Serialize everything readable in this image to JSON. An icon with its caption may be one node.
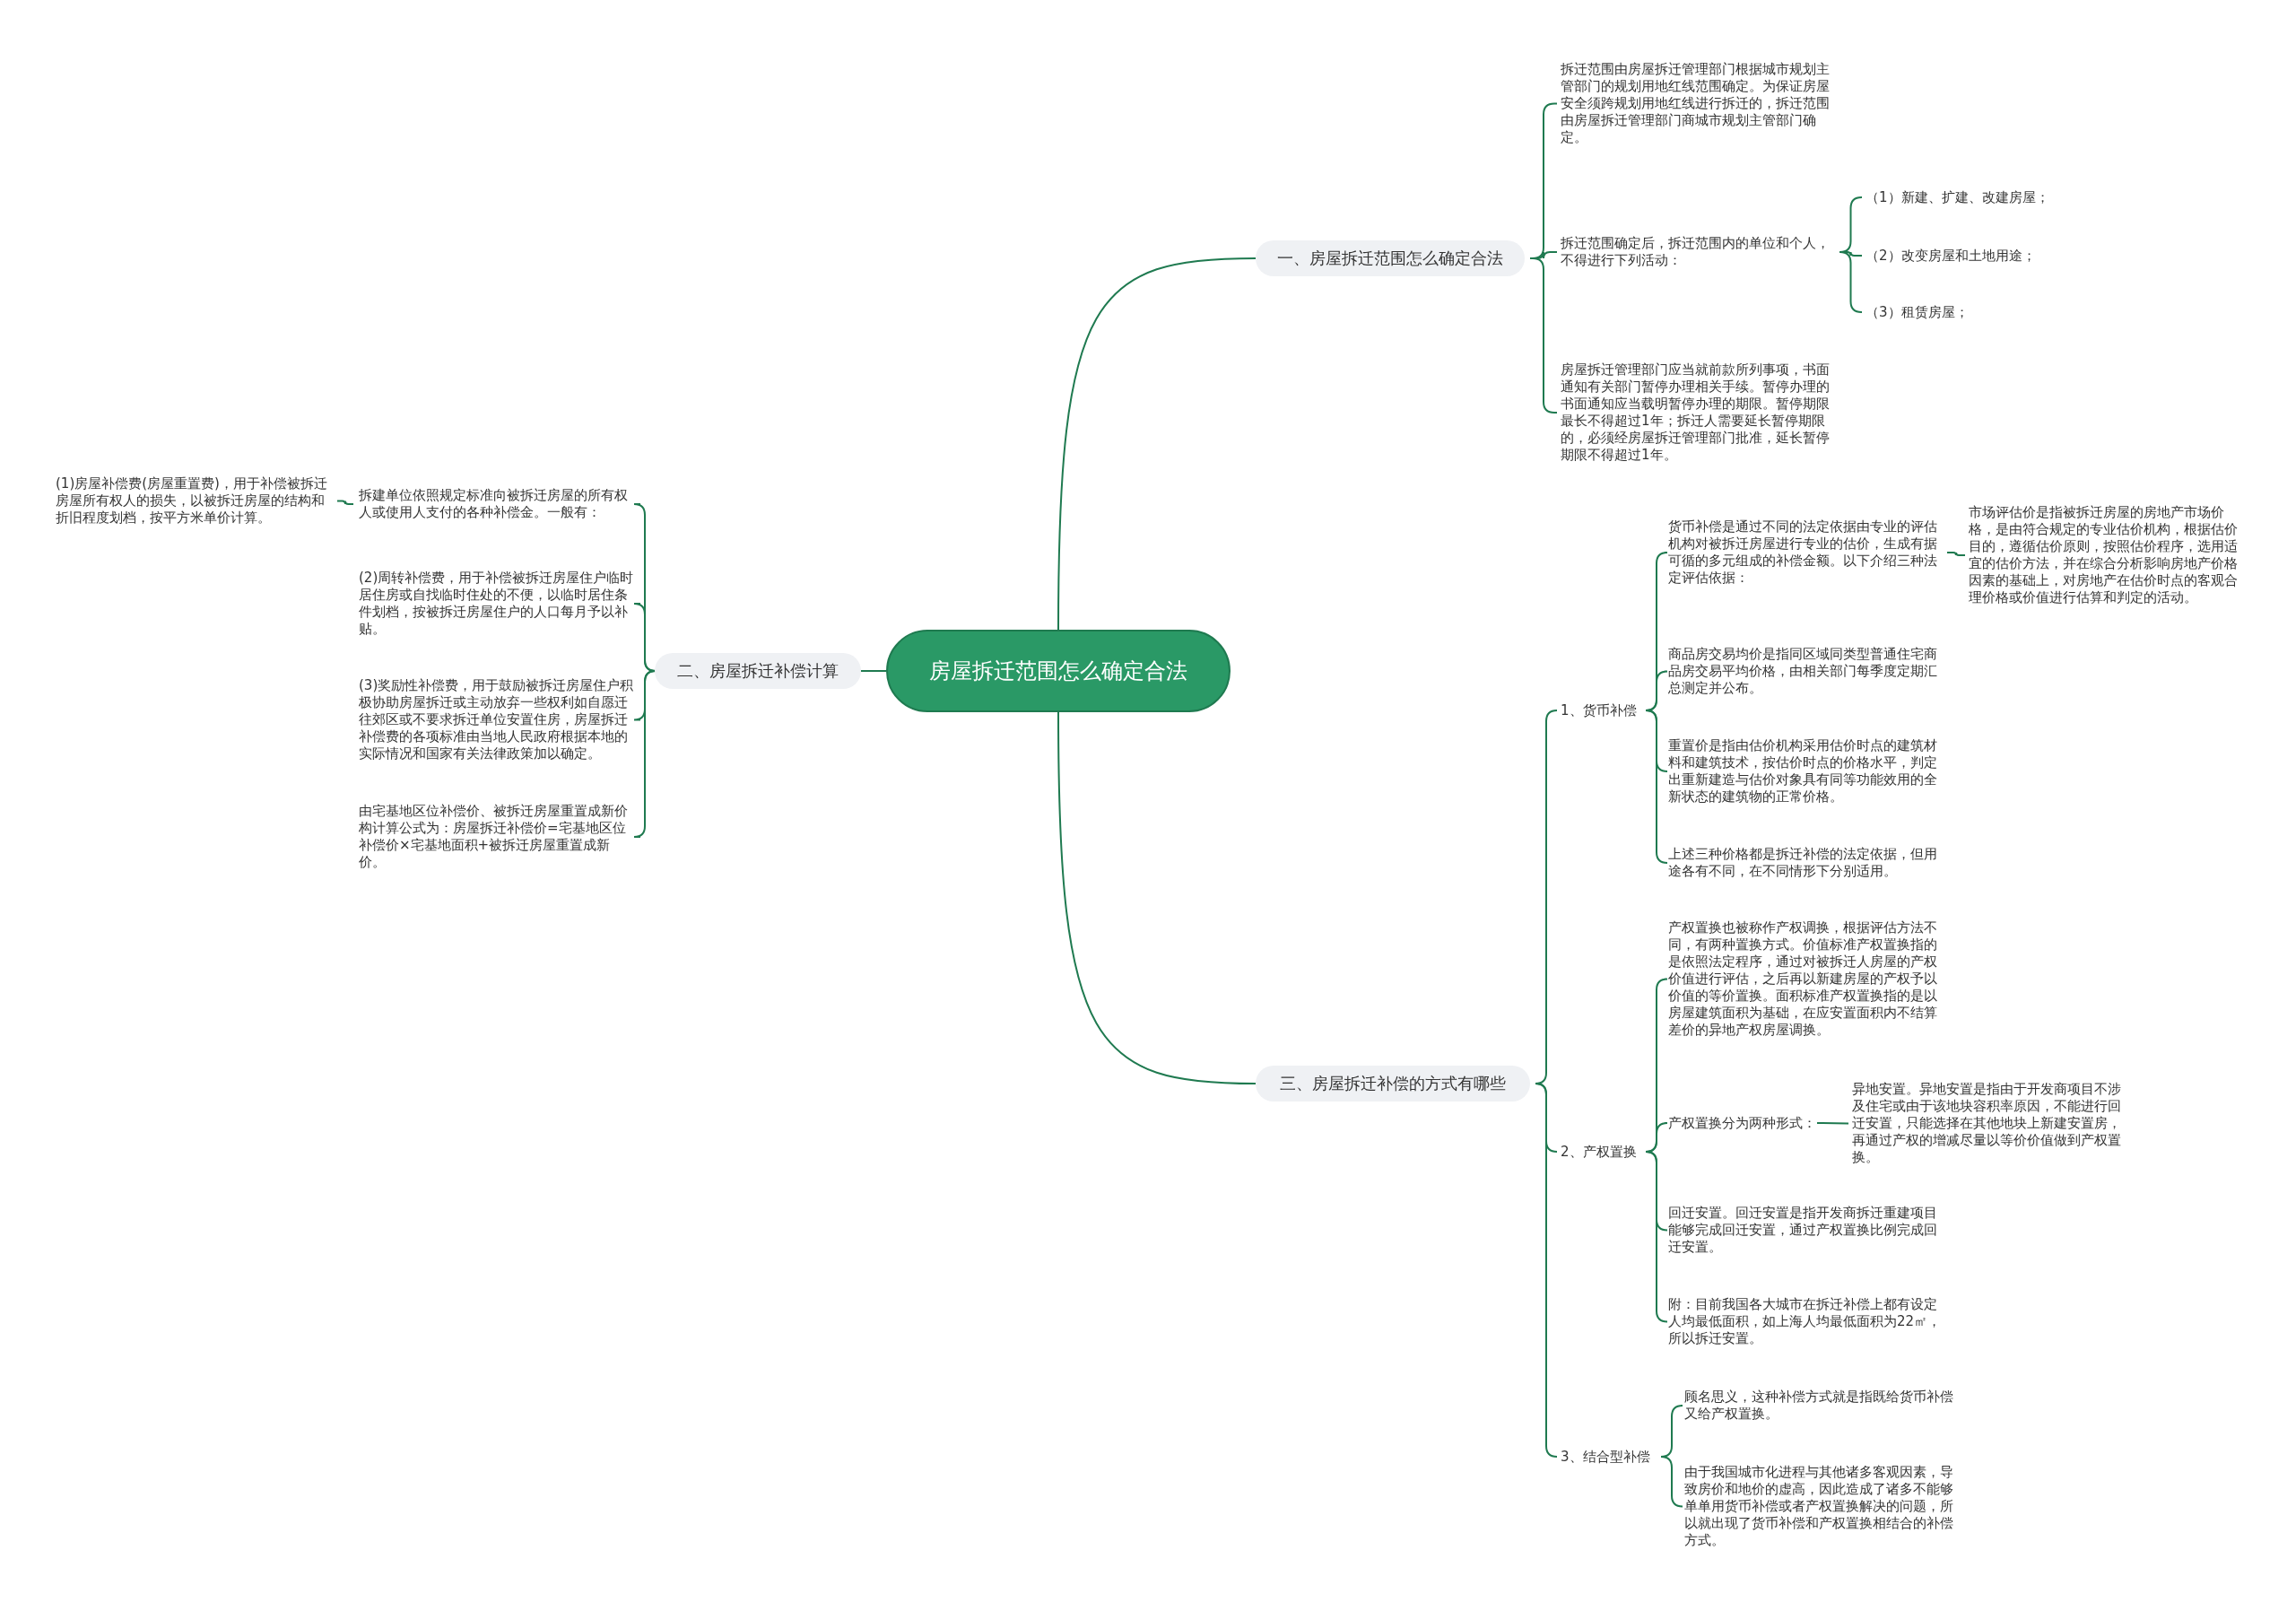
{
  "diagram": {
    "nodes": [
      {
        "text": [
          "房屋拆迁范围怎么确定合法"
        ]
      },
      {
        "text": [
          "一、房屋拆迁范围怎么确定合法"
        ]
      },
      {
        "text": [
          "拆迁范围由房屋拆迁管理部门根据城市规划主管部门的规划用地红线范围确定。为保证房屋安全须跨规划用地红线进行拆迁的，拆迁范围由房屋拆迁管理部门商城市规划主管部门确定。"
        ]
      },
      {
        "text": [
          "拆迁范围确定后，拆迁范围内的单位和个人，不得进行下列活动："
        ]
      },
      {
        "text": [
          "（1）新建、扩建、改建房屋；"
        ]
      },
      {
        "text": [
          "（2）改变房屋和土地用途；"
        ]
      },
      {
        "text": [
          "（3）租赁房屋；"
        ]
      },
      {
        "text": [
          "房屋拆迁管理部门应当就前款所列事项，书面通知有关部门暂停办理相关手续。暂停办理的书面通知应当载明暂停办理的期限。暂停期限最长不得超过1年；拆迁人需要延长暂停期限的，必须经房屋拆迁管理部门批准，延长暂停期限不得超过1年。"
        ]
      },
      {
        "text": [
          "二、房屋拆迁补偿计算"
        ]
      },
      {
        "text": [
          "拆建单位依照规定标准向被拆迁房屋的所有权人或使用人支付的各种补偿金。一般有："
        ]
      },
      {
        "text": [
          "(1)房屋补偿费(房屋重置费)，用于补偿被拆迁房屋所有权人的损失，以被拆迁房屋的结构和折旧程度划档，按平方米单价计算。"
        ]
      },
      {
        "text": [
          "(2)周转补偿费，用于补偿被拆迁房屋住户临时居住房或自找临时住处的不便，以临时居住条件划档，按被拆迁房屋住户的人口每月予以补贴。"
        ]
      },
      {
        "text": [
          "(3)奖励性补偿费，用于鼓励被拆迁房屋住户积极协助房屋拆迁或主动放弃一些权利如自愿迁往郊区或不要求拆迁单位安置住房，房屋拆迁补偿费的各项标准由当地人民政府根据本地的实际情况和国家有关法律政策加以确定。"
        ]
      },
      {
        "text": [
          "由宅基地区位补偿价、被拆迁房屋重置成新价构计算公式为：房屋拆迁补偿价=宅基地区位补偿价×宅基地面积+被拆迁房屋重置成新价。"
        ]
      },
      {
        "text": [
          "三、房屋拆迁补偿的方式有哪些"
        ]
      },
      {
        "text": [
          "1、货币补偿"
        ]
      },
      {
        "text": [
          "货币补偿是通过不同的法定依据由专业的评估机构对被拆迁房屋进行专业的估价，生成有据可循的多元组成的补偿金额。以下介绍三种法定评估依据："
        ]
      },
      {
        "text": [
          "市场评估价是指被拆迁房屋的房地产市场价格，是由符合规定的专业估价机构，根据估价目的，遵循估价原则，按照估价程序，选用适宜的估价方法，并在综合分析影响房地产价格因素的基础上，对房地产在估价时点的客观合理价格或价值进行估算和判定的活动。"
        ]
      },
      {
        "text": [
          "商品房交易均价是指同区域同类型普通住宅商品房交易平均价格，由相关部门每季度定期汇总测定并公布。"
        ]
      },
      {
        "text": [
          "重置价是指由估价机构采用估价时点的建筑材料和建筑技术，按估价时点的价格水平，判定出重新建造与估价对象具有同等功能效用的全新状态的建筑物的正常价格。"
        ]
      },
      {
        "text": [
          "上述三种价格都是拆迁补偿的法定依据，但用途各有不同，在不同情形下分别适用。"
        ]
      },
      {
        "text": [
          "2、产权置换"
        ]
      },
      {
        "text": [
          "产权置换也被称作产权调换，根据评估方法不同，有两种置换方式。价值标准产权置换指的是依照法定程序，通过对被拆迁人房屋的产权价值进行评估，之后再以新建房屋的产权予以价值的等价置换。面积标准产权置换指的是以房屋建筑面积为基础，在应安置面积内不结算差价的异地产权房屋调换。"
        ]
      },
      {
        "text": [
          "产权置换分为两种形式："
        ]
      },
      {
        "text": [
          "异地安置。异地安置是指由于开发商项目不涉及住宅或由于该地块容积率原因，不能进行回迁安置，只能选择在其他地块上新建安置房，再通过产权的增减尽量以等价价值做到产权置换。"
        ]
      },
      {
        "text": [
          "回迁安置。回迁安置是指开发商拆迁重建项目能够完成回迁安置，通过产权置换比例完成回迁安置。"
        ]
      },
      {
        "text": [
          "附：目前我国各大城市在拆迁补偿上都有设定人均最低面积，如上海人均最低面积为22㎡，所以拆迁安置。"
        ]
      },
      {
        "text": [
          "3、结合型补偿"
        ]
      },
      {
        "text": [
          "顾名思义，这种补偿方式就是指既给货币补偿又给产权置换。"
        ]
      },
      {
        "text": [
          "由于我国城市化进程与其他诸多客观因素，导致房价和地价的虚高，因此造成了诸多不能够单单用货币补偿或者产权置换解决的问题，所以就出现了货币补偿和产权置换相结合的补偿方式。"
        ]
      }
    ],
    "edges": [
      {
        "from": 0,
        "to": 1,
        "arrow": "none"
      },
      {
        "from": 1,
        "to": 2,
        "arrow": "none"
      },
      {
        "from": 1,
        "to": 3,
        "arrow": "none"
      },
      {
        "from": 3,
        "to": 4,
        "arrow": "none"
      },
      {
        "from": 3,
        "to": 5,
        "arrow": "none"
      },
      {
        "from": 3,
        "to": 6,
        "arrow": "none"
      },
      {
        "from": 1,
        "to": 7,
        "arrow": "none"
      },
      {
        "from": 0,
        "to": 8,
        "arrow": "none"
      },
      {
        "from": 8,
        "to": 9,
        "arrow": "none"
      },
      {
        "from": 9,
        "to": 10,
        "arrow": "none"
      },
      {
        "from": 8,
        "to": 11,
        "arrow": "none"
      },
      {
        "from": 8,
        "to": 12,
        "arrow": "none"
      },
      {
        "from": 8,
        "to": 13,
        "arrow": "none"
      },
      {
        "from": 0,
        "to": 14,
        "arrow": "none"
      },
      {
        "from": 14,
        "to": 15,
        "arrow": "none"
      },
      {
        "from": 15,
        "to": 16,
        "arrow": "none"
      },
      {
        "from": 16,
        "to": 17,
        "arrow": "none"
      },
      {
        "from": 15,
        "to": 18,
        "arrow": "none"
      },
      {
        "from": 15,
        "to": 19,
        "arrow": "none"
      },
      {
        "from": 15,
        "to": 20,
        "arrow": "none"
      },
      {
        "from": 14,
        "to": 21,
        "arrow": "none"
      },
      {
        "from": 21,
        "to": 22,
        "arrow": "none"
      },
      {
        "from": 21,
        "to": 23,
        "arrow": "none"
      },
      {
        "from": 23,
        "to": 24,
        "arrow": "none"
      },
      {
        "from": 21,
        "to": 25,
        "arrow": "none"
      },
      {
        "from": 21,
        "to": 26,
        "arrow": "none"
      },
      {
        "from": 14,
        "to": 27,
        "arrow": "none"
      },
      {
        "from": 27,
        "to": 28,
        "arrow": "none"
      },
      {
        "from": 27,
        "to": 29,
        "arrow": "none"
      }
    ]
  }
}
